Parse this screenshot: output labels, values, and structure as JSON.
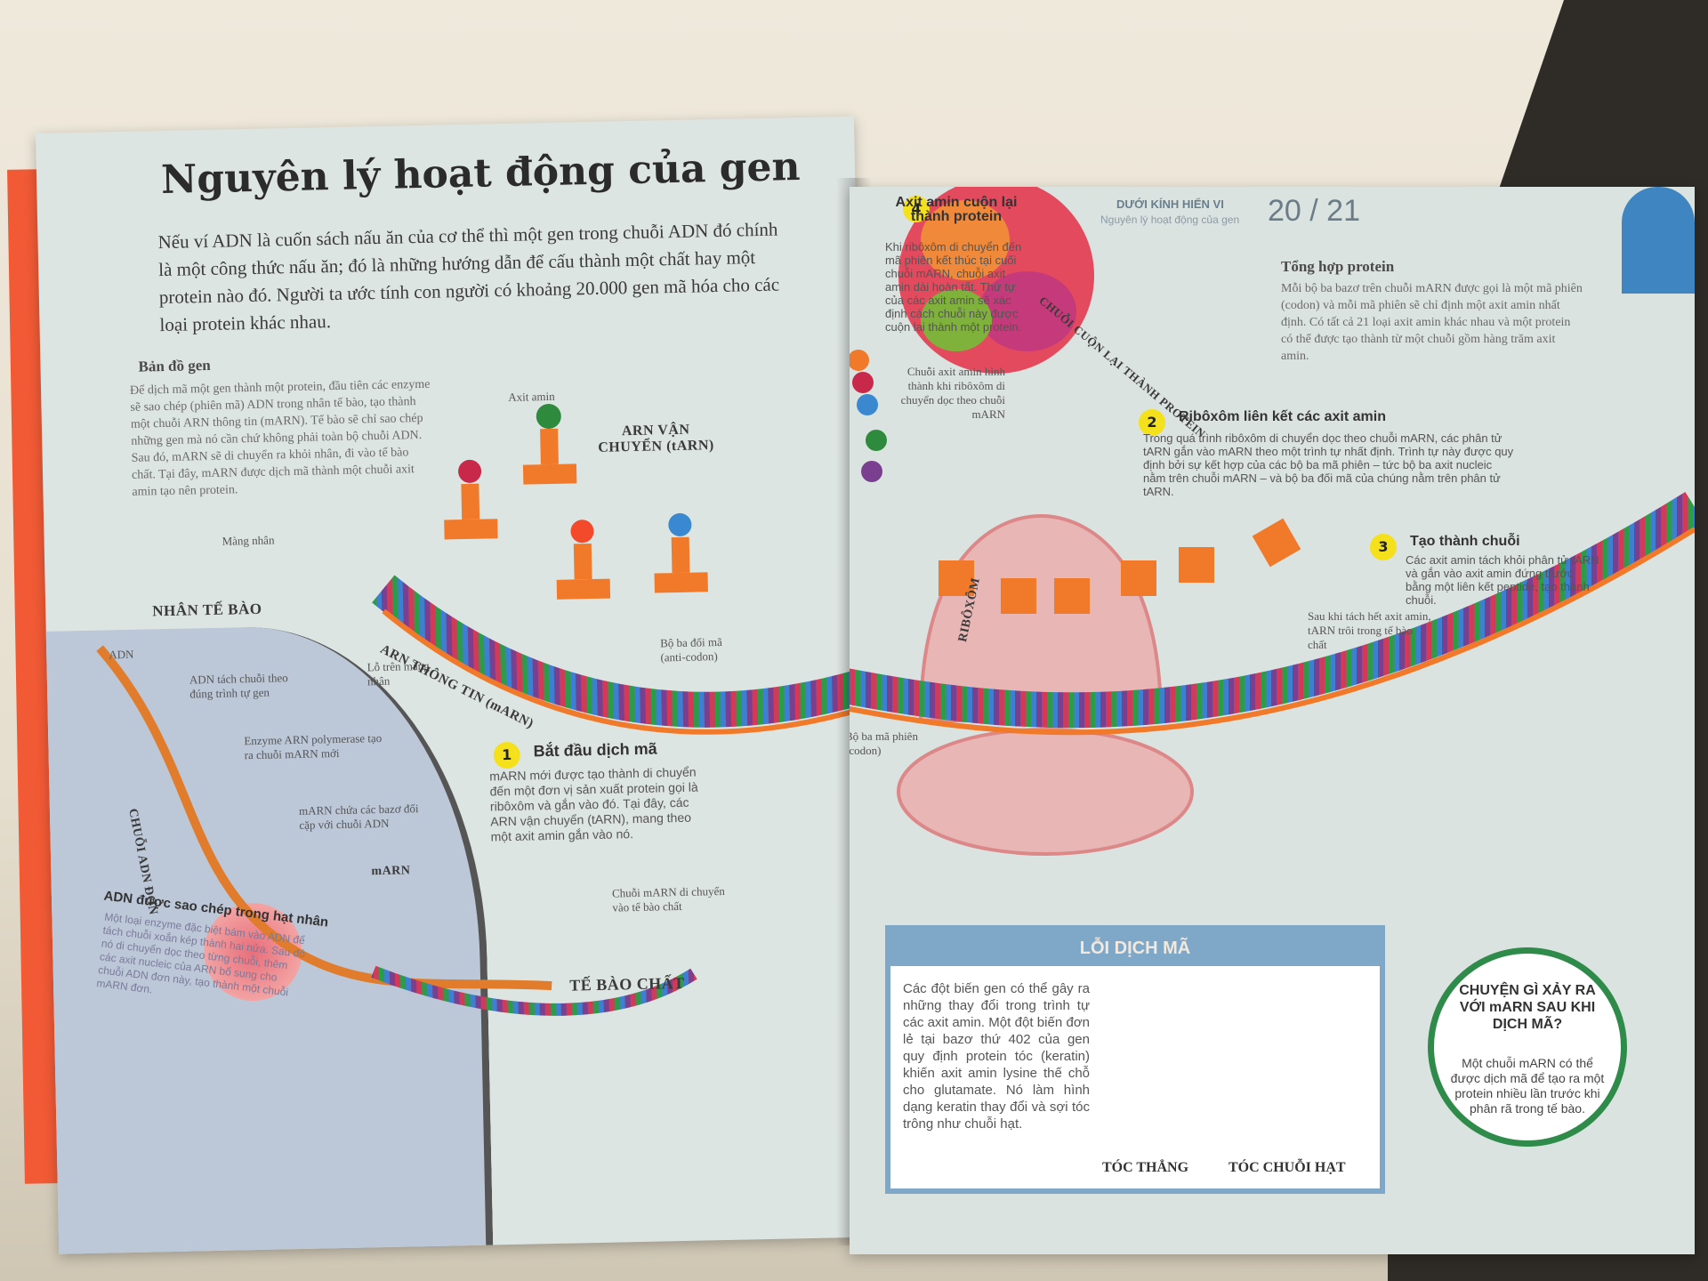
{
  "left": {
    "title": "Nguyên lý hoạt động của gen",
    "intro": "Nếu ví ADN là cuốn sách nấu ăn của cơ thể thì một gen trong chuỗi ADN đó chính là một công thức nấu ăn; đó là những hướng dẫn để cấu thành một chất hay một protein nào đó. Người ta ước tính con người có khoảng 20.000 gen mã hóa cho các loại protein khác nhau.",
    "map_heading": "Bản đồ gen",
    "map_text": "Để dịch mã một gen thành một protein, đầu tiên các enzyme sẽ sao chép (phiên mã) ADN trong nhân tế bào, tạo thành một chuỗi ARN thông tin (mARN). Tế bào sẽ chỉ sao chép những gen mà nó cần chứ không phải toàn bộ chuỗi ADN. Sau đó, mARN sẽ di chuyển ra khỏi nhân, đi vào tế bào chất. Tại đây, mARN được dịch mã thành một chuỗi axit amin tạo nên protein.",
    "labels": {
      "mang_nhan": "Màng nhân",
      "nhan_te_bao": "NHÂN TẾ BÀO",
      "adn": "ADN",
      "adn_tach": "ADN tách chuỗi theo đúng trình tự gen",
      "enzyme": "Enzyme ARN polymerase tạo ra chuỗi mARN mới",
      "marn_chua": "mARN chứa các bazơ đối cặp với chuỗi ADN",
      "chuoi_adn_don": "CHUỖI ADN ĐƠN",
      "marn": "mARN",
      "lo_tren_mang": "Lỗ trên màng nhân",
      "arn_thong_tin": "ARN THÔNG TIN (mARN)",
      "axit_amin": "Axit amin",
      "arn_van_chuyen": "ARN VẬN CHUYỂN (tARN)",
      "bo_ba_doi_ma": "Bộ ba đối mã (anti-codon)",
      "chuoi_marn_di": "Chuỗi mARN di chuyển vào tế bào chất",
      "te_bao_chat": "TẾ BÀO CHẤT"
    },
    "copy_heading": "ADN được sao chép trong hạt nhân",
    "copy_text": "Một loại enzyme đặc biệt bám vào ADN để tách chuỗi xoắn kép thành hai nửa. Sau đó nó di chuyển dọc theo từng chuỗi, thêm các axit nucleic của ARN bổ sung cho chuỗi ADN đơn này, tạo thành một chuỗi mARN đơn.",
    "step1": {
      "num": "1",
      "title": "Bắt đầu dịch mã",
      "text": "mARN mới được tạo thành di chuyển đến một đơn vị sản xuất protein gọi là ribôxôm và gắn vào đó. Tại đây, các ARN vận chuyển (tARN), mang theo một axit amin gắn vào nó."
    }
  },
  "right": {
    "header_category": "DƯỚI KÍNH HIỂN VI",
    "header_sub": "Nguyên lý hoạt động của gen",
    "page_number": "20 / 21",
    "step4": {
      "num": "4",
      "title": "Axit amin cuộn lại thành protein",
      "text": "Khi ribôxôm di chuyển đến mã phiên kết thúc tại cuối chuỗi mARN, chuỗi axit amin dài hoàn tất. Thứ tự của các axit amin sẽ xác định cách chuỗi này được cuộn lại thành một protein."
    },
    "chuoi_cuon": "CHUỖI CUỘN LẠI THÀNH PROTEIN",
    "tong_hop_heading": "Tổng hợp protein",
    "tong_hop_text": "Mỗi bộ ba bazơ trên chuỗi mARN được gọi là một mã phiên (codon) và mỗi mã phiên sẽ chỉ định một axit amin nhất định. Có tất cả 21 loại axit amin khác nhau và một protein có thể được tạo thành từ một chuỗi gồm hàng trăm axit amin.",
    "chuoi_axit_label": "Chuỗi axit amin hình thành khi ribôxôm di chuyển dọc theo chuỗi mARN",
    "step2": {
      "num": "2",
      "title": "Ribôxôm liên kết các axit amin",
      "text": "Trong quá trình ribôxôm di chuyển dọc theo chuỗi mARN, các phân tử tARN gắn vào mARN theo một trình tự nhất định. Trình tự này được quy định bởi sự kết hợp của các bộ ba mã phiên – tức bộ ba axit nucleic nằm trên chuỗi mARN – và bộ ba đối mã của chúng nằm trên phân tử tARN."
    },
    "riboxom": "RIBÔXÔM",
    "step3": {
      "num": "3",
      "title": "Tạo thành chuỗi",
      "text": "Các axit amin tách khỏi phân tử tARN và gắn vào axit amin đứng trước bằng một liên kết peptide, tạo thành chuỗi."
    },
    "sau_khi_tach": "Sau khi tách hết axit amin, tARN trôi trong tế bào chất",
    "bo_ba_ma_phien": "Bộ ba mã phiên (codon)",
    "error_box": {
      "heading": "LỖI DỊCH MÃ",
      "text": "Các đột biến gen có thể gây ra những thay đổi trong trình tự các axit amin. Một đột biến đơn lẻ tại bazơ thứ 402 của gen quy định protein tóc (keratin) khiến axit amin lysine thế chỗ cho glutamate. Nó làm hình dạng keratin thay đổi và sợi tóc trông như chuỗi hạt.",
      "caption_straight": "TÓC THẲNG",
      "caption_beaded": "TÓC CHUỖI HẠT"
    },
    "circle": {
      "title": "CHUYỆN GÌ XẢY RA VỚI mARN SAU KHI DỊCH MÃ?",
      "text": "Một chuỗi mARN có thể được dịch mã để tạo ra một protein nhiều lần trước khi phân rã trong tế bào."
    }
  },
  "colors": {
    "accent_yellow": "#f4e11c",
    "blue_box": "#7fa7c8",
    "green_ring": "#2f8b4a",
    "book_edge": "#f15a35"
  }
}
